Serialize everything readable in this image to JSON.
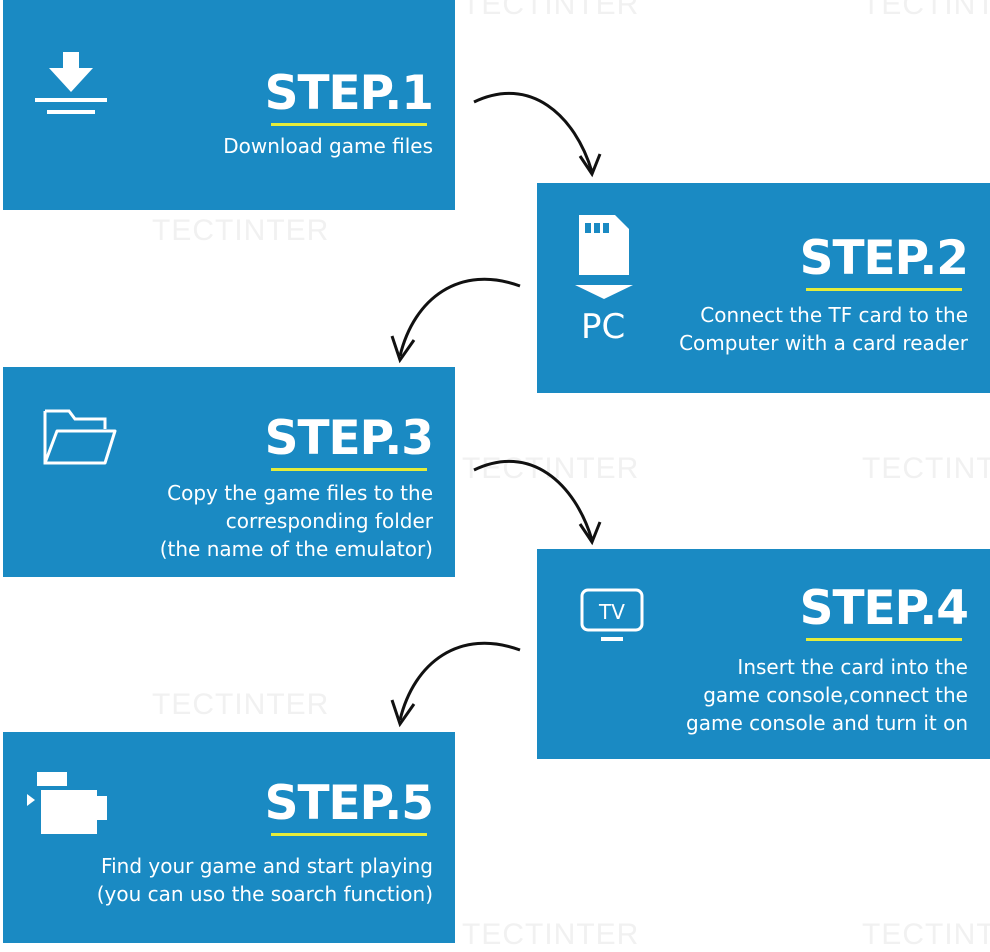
{
  "watermark": "TECTINTER",
  "steps": [
    {
      "title": "STEP.1",
      "description": "Download game files",
      "icon": "download-icon"
    },
    {
      "title": "STEP.2",
      "description": "Connect the TF card to the\nComputer with a card reader",
      "icon": "tf-card-icon",
      "icon_label": "PC"
    },
    {
      "title": "STEP.3",
      "description": "Copy the game files to the\ncorresponding folder\n(the name of the emulator)",
      "icon": "folder-icon"
    },
    {
      "title": "STEP.4",
      "description": "Insert the card into the\ngame console,connect the\ngame console and turn it on",
      "icon": "tv-icon",
      "icon_label": "TV"
    },
    {
      "title": "STEP.5",
      "description": "Find your game and start playing\n(you can uso the soarch function)",
      "icon": "game-console-icon"
    }
  ],
  "colors": {
    "card": "#1a8ac3",
    "underline": "#e5ec3a",
    "arrow": "#111111"
  }
}
